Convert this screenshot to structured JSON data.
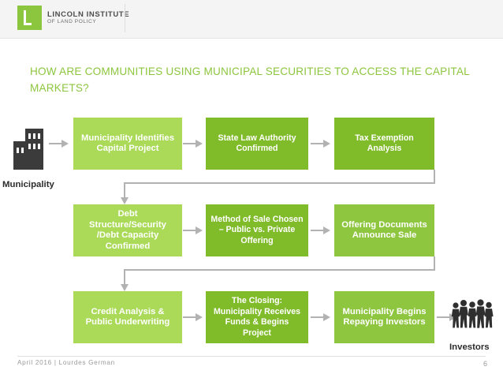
{
  "header": {
    "logo": {
      "icon": "lincoln-institute-logo-mark",
      "line1": "LINCOLN INSTITUTE",
      "line2": "OF LAND POLICY"
    }
  },
  "slide": {
    "title": "HOW ARE COMMUNITIES USING MUNICIPAL SECURITIES TO ACCESS THE CAPITAL MARKETS?",
    "footer_left": "April 2016  |  Lourdes German",
    "page_number": "6"
  },
  "diagram": {
    "start_label": "Municipality",
    "start_icon": "municipal-building-icon",
    "end_label": "Investors",
    "end_icon": "investors-people-icon",
    "steps": [
      {
        "id": "municipality-identifies",
        "label": "Municipality Identifies Capital Project",
        "tone": "lite"
      },
      {
        "id": "state-law-authority",
        "label": "State Law Authority Confirmed",
        "tone": "dark"
      },
      {
        "id": "tax-exemption",
        "label": "Tax Exemption Analysis",
        "tone": "dark"
      },
      {
        "id": "debt-structure",
        "label": "Debt Structure/Security /Debt Capacity Confirmed",
        "tone": "lite"
      },
      {
        "id": "method-of-sale",
        "label": "Method of Sale Chosen – Public vs. Private Offering",
        "tone": "dark"
      },
      {
        "id": "offering-documents",
        "label": "Offering Documents Announce Sale",
        "tone": "mid"
      },
      {
        "id": "credit-analysis",
        "label": "Credit Analysis & Public Underwriting",
        "tone": "lite"
      },
      {
        "id": "the-closing",
        "label": "The Closing: Municipality Receives Funds & Begins Project",
        "tone": "dark"
      },
      {
        "id": "municipality-repaying",
        "label": "Municipality Begins Repaying Investors",
        "tone": "mid"
      }
    ]
  },
  "colors": {
    "brand_green": "#8cc63e",
    "box_light": "#aada58",
    "box_dark": "#80bb2a",
    "box_mid": "#8ec63f",
    "arrow_gray": "#b2b2b2",
    "header_bg": "#f4f4f4",
    "footer_text": "#9a9a9a"
  }
}
